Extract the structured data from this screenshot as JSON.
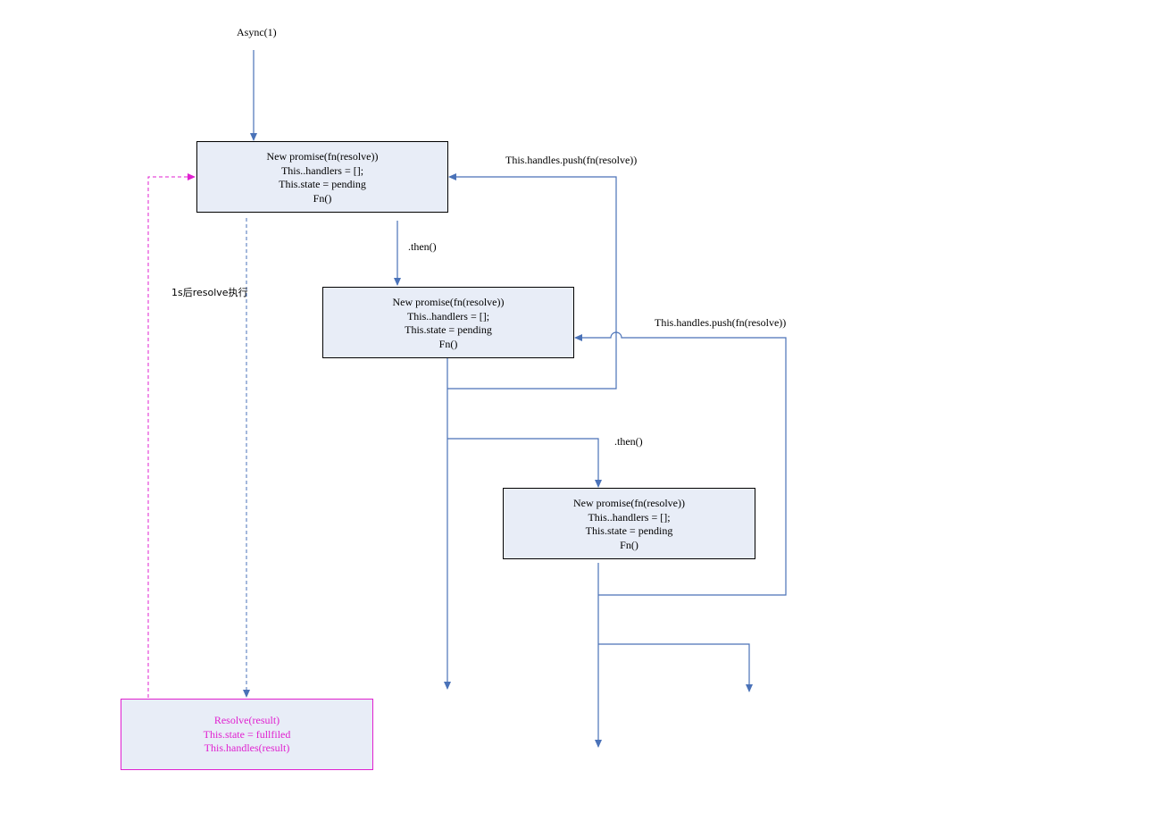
{
  "start_label": "Async(1)",
  "boxes": {
    "promise1": {
      "lines": [
        "New promise(fn(resolve))",
        "This..handlers = [];",
        "This.state = pending",
        "Fn()"
      ]
    },
    "promise2": {
      "lines": [
        "New promise(fn(resolve))",
        "This..handlers = [];",
        "This.state = pending",
        "Fn()"
      ]
    },
    "promise3": {
      "lines": [
        "New promise(fn(resolve))",
        "This..handlers = [];",
        "This.state = pending",
        "Fn()"
      ]
    },
    "resolve": {
      "lines": [
        "Resolve(result)",
        "This.state  = fullfiled",
        "This.handles(result)"
      ]
    }
  },
  "labels": {
    "then1": ".then()",
    "then2": ".then()",
    "push1": "This.handles.push(fn(resolve))",
    "push2": "This.handles.push(fn(resolve))",
    "resolve_after": "1s后resolve执行"
  },
  "colors": {
    "flow": "#4a72b8",
    "resolve_path": "#e020d0",
    "box_fill": "#e8edf7"
  }
}
